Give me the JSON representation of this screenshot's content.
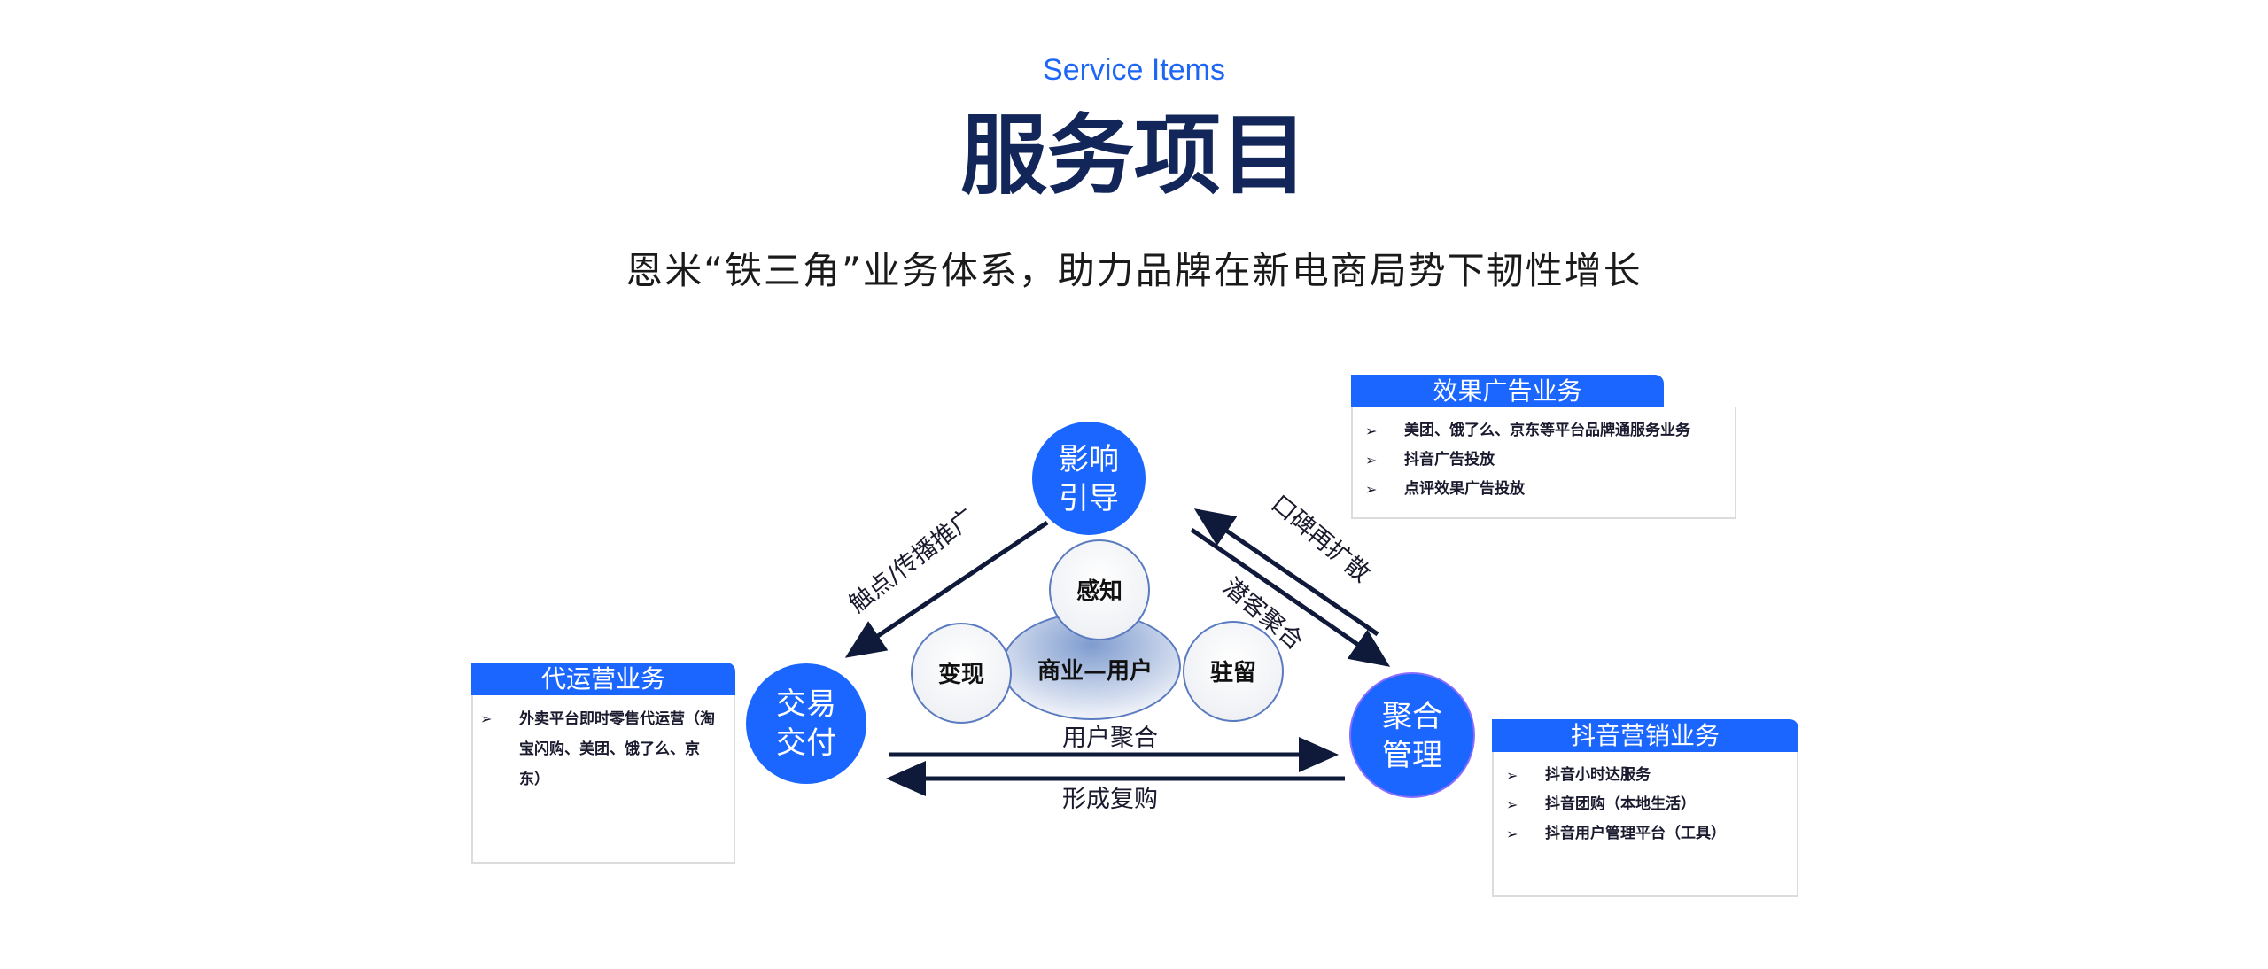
{
  "header": {
    "eyebrow": "Service Items",
    "title": "服务项目",
    "subtitle": "恩米“铁三角”业务体系，助力品牌在新电商局势下韧性增长"
  },
  "diagram": {
    "nodes": {
      "top": [
        "影响",
        "引导"
      ],
      "left": [
        "交易",
        "交付"
      ],
      "right": [
        "聚合",
        "管理"
      ]
    },
    "center": {
      "core": "商业—用户",
      "perceive": "感知",
      "monetize": "变现",
      "retain": "驻留"
    },
    "edges": {
      "touchpoint": "触点/传播推广",
      "word_of_mouth": "口碑再扩散",
      "prospect": "潜客聚合",
      "user_aggregation": "用户聚合",
      "repurchase": "形成复购"
    }
  },
  "boxes": {
    "ads": {
      "title": "效果广告业务",
      "items": [
        "美团、饿了么、京东等平台品牌通服务业务",
        "抖音广告投放",
        "点评效果广告投放"
      ]
    },
    "operations": {
      "title": "代运营业务",
      "items": [
        "外卖平台即时零售代运营（淘宝闪购、美团、饿了么、京东）"
      ]
    },
    "douyin": {
      "title": "抖音营销业务",
      "items": [
        "抖音小时达服务",
        "抖音团购（本地生活）",
        "抖音用户管理平台（工具）"
      ]
    },
    "bullet": "➢"
  },
  "colors": {
    "accent": "#1a66ff",
    "title": "#13265a",
    "arrow": "#0f1a3a"
  }
}
